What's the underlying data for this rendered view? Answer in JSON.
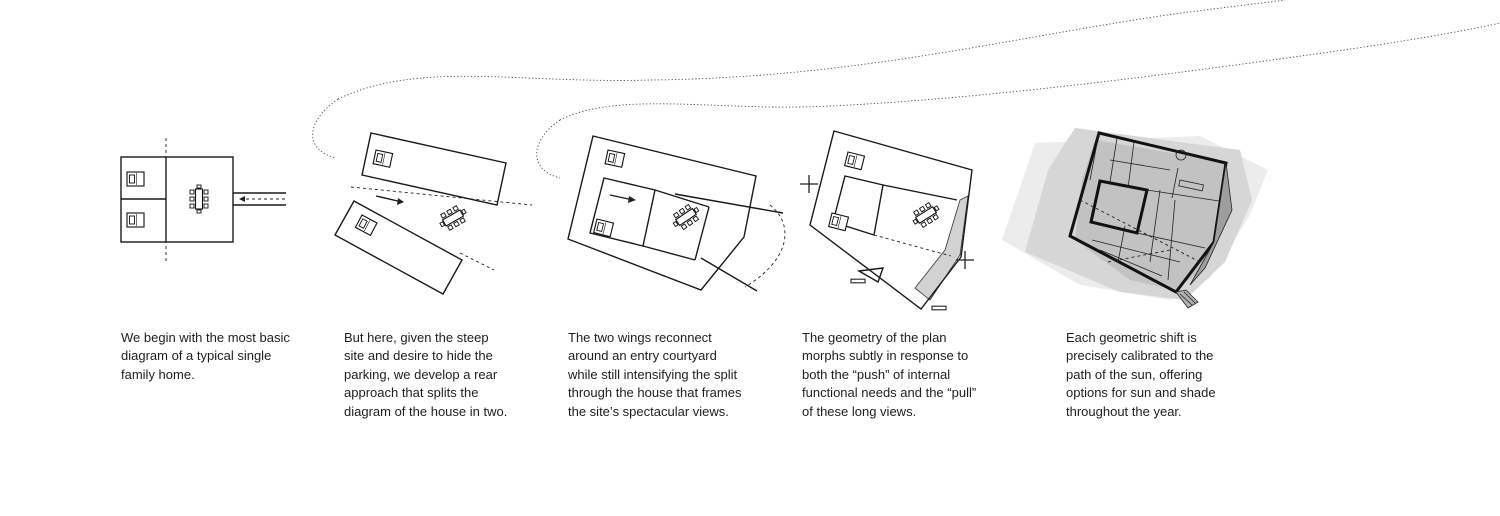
{
  "captions": [
    "We begin with the most basic diagram of a typical single family home.",
    "But here, given the steep site and desire to hide the parking, we develop a rear approach that splits the diagram of the house in two.",
    "The two wings reconnect around an entry courtyard while still intensifying the split through the house that frames the site’s spectacular views.",
    "The geometry of the plan morphs subtly in response to both the “push” of internal functional needs and the “pull” of these long views.",
    "Each geometric shift is precisely calibrated to the path of the sun, offering options for sun and shade throughout the year."
  ],
  "icons": {
    "bed": "bed-icon",
    "dining": "dining-table-icon",
    "plus": "plus-sign-icon",
    "minus": "minus-sign-icon",
    "arrow": "arrow-icon"
  }
}
